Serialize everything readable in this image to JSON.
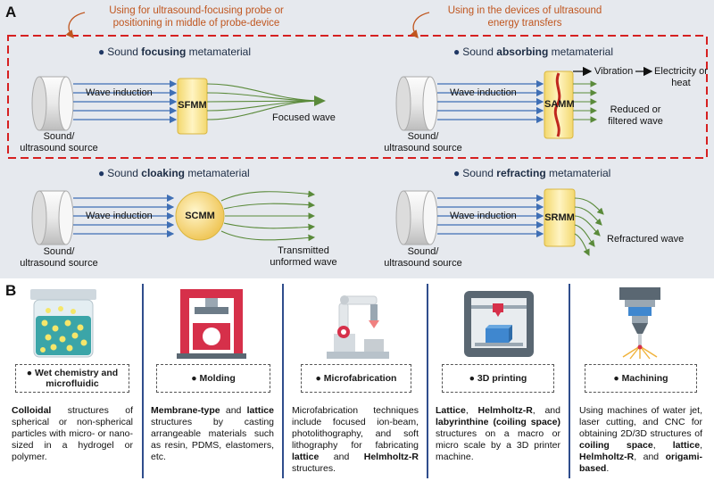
{
  "panel_a": {
    "letter": "A",
    "note_left": "Using for ultrasound-focusing probe or positioning in middle of probe-device",
    "note_right": "Using in the devices of ultrasound energy transfers",
    "focusing": {
      "title_pre": "Sound ",
      "title_bold": "focusing",
      "title_post": " metamaterial",
      "box": "SFMM",
      "wave": "Wave induction",
      "source": "Sound/ ultrasound source",
      "out": "Focused wave"
    },
    "absorbing": {
      "title_pre": "Sound ",
      "title_bold": "absorbing",
      "title_post": " metamaterial",
      "box": "SAMM",
      "wave": "Wave induction",
      "source": "Sound/ ultrasound source",
      "vibration": "Vibration",
      "energy": "Electricity or heat",
      "out": "Reduced or filtered wave"
    },
    "cloaking": {
      "title_pre": "Sound ",
      "title_bold": "cloaking",
      "title_post": " metamaterial",
      "box": "SCMM",
      "wave": "Wave induction",
      "source": "Sound/ ultrasound source",
      "out": "Transmitted unformed wave"
    },
    "refracting": {
      "title_pre": "Sound ",
      "title_bold": "refracting",
      "title_post": " metamaterial",
      "box": "SRMM",
      "wave": "Wave induction",
      "source": "Sound/ ultrasound source",
      "out": "Refractured wave"
    }
  },
  "panel_b": {
    "letter": "B",
    "methods": [
      {
        "tag": "Wet chemistry and microfluidic",
        "desc_bold": "Colloidal",
        "desc_rest": " structures of spherical or non-spherical particles with micro- or nano-sized in a hydrogel or polymer."
      },
      {
        "tag": "Molding",
        "desc_bold": "Membrane-type",
        "desc_mid": " and ",
        "desc_bold2": "lattice",
        "desc_rest": " structures by casting arrangeable materials such as resin, PDMS, elastomers, etc."
      },
      {
        "tag": "Microfabrication",
        "desc_pre": "Microfabrication techniques include focused ion-beam, photolithography, and soft lithography for fabricating ",
        "desc_bold": "lattice",
        "desc_mid": " and ",
        "desc_bold2": "Helmholtz-R",
        "desc_rest": " structures."
      },
      {
        "tag": "3D printing",
        "desc_bold": "Lattice",
        "desc_mid": ", ",
        "desc_bold2": "Helmholtz-R",
        "desc_mid2": ", and ",
        "desc_bold3": "labyrinthine (coiling space)",
        "desc_rest": " structures on a macro or micro scale by a 3D printer machine."
      },
      {
        "tag": "Machining",
        "desc_pre": "Using machines of water jet, laser cutting, and CNC for obtaining 2D/3D structures of ",
        "desc_bold": "coiling space",
        "desc_mid": ", ",
        "desc_bold2": "lattice",
        "desc_mid2": ", ",
        "desc_bold3": "Helmholtz-R",
        "desc_mid3": ", and ",
        "desc_bold4": "origami-based",
        "desc_rest": "."
      }
    ]
  },
  "colors": {
    "accent_dash": "#d62020",
    "wave_in": "#3f6fb5",
    "wave_out": "#5a8a3a",
    "box_fill": "#f6e08a",
    "note": "#c0561f",
    "separator": "#2f4d8c"
  }
}
